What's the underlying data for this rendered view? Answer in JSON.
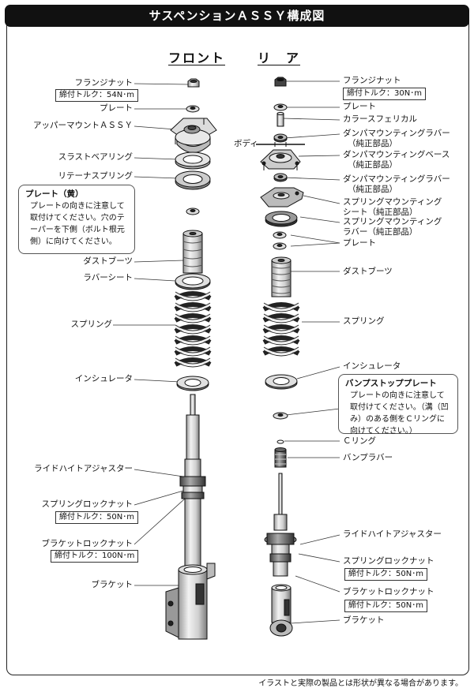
{
  "title": "サスペンションＡＳＳＹ構成図",
  "front": {
    "heading": "フロント",
    "labels": {
      "flange_nut": "フランジナット",
      "flange_torque": "締付トルク：54N･m",
      "plate": "プレート",
      "upper_mount": "アッパーマウントＡＳＳＹ",
      "thrust_bearing": "スラストベアリング",
      "retainer_spring": "リテーナスプリング",
      "dust_boot": "ダストブーツ",
      "rubber_seat": "ラバーシート",
      "spring": "スプリング",
      "insulator": "インシュレータ",
      "ride_height": "ライドハイトアジャスター",
      "spring_locknut": "スプリングロックナット",
      "spring_locknut_torque": "締付トルク：50N･m",
      "bracket_locknut": "ブラケットロックナット",
      "bracket_locknut_torque": "締付トルク：100N･m",
      "bracket": "ブラケット"
    },
    "note": {
      "title": "プレート（黄）",
      "body": "プレートの向きに注意して取付けてください。穴のテーパーを下側（ボルト根元側）に向けてください。"
    }
  },
  "rear": {
    "heading": "リ　ア",
    "labels": {
      "flange_nut": "フランジナット",
      "flange_torque": "締付トルク：30N･m",
      "plate": "プレート",
      "collar_spherical": "カラースフェリカル",
      "body": "ボディ",
      "damper_mount_rubber_1": "ダンパマウンティングラバー",
      "genuine_1": "（純正部品）",
      "damper_mount_base": "ダンパマウンティングベース",
      "genuine_2": "（純正部品）",
      "damper_mount_rubber_2": "ダンパマウンティングラバー",
      "genuine_3": "（純正部品）",
      "spring_mount_seat": "スプリングマウンティング",
      "seat_genuine": "シート（純正部品）",
      "spring_mount_rubber": "スプリングマウンティング",
      "rubber_genuine": "ラバー（純正部品）",
      "plate2": "プレート",
      "dust_boot": "ダストブーツ",
      "spring": "スプリング",
      "insulator": "インシュレータ",
      "c_ring": "Ｃリング",
      "bump_rubber": "バンプラバー",
      "ride_height": "ライドハイトアジャスター",
      "spring_locknut": "スプリングロックナット",
      "spring_locknut_torque": "締付トルク：50N･m",
      "bracket_locknut": "ブラケットロックナット",
      "bracket_locknut_torque": "締付トルク：50N･m",
      "bracket": "ブラケット"
    },
    "note": {
      "title": "バンプストッププレート",
      "body": "プレートの向きに注意して取付けてください。（溝（凹み）のある側をＣリングに向けてください。）"
    }
  },
  "footer": "イラストと実際の製品とは形状が異なる場合があります。"
}
